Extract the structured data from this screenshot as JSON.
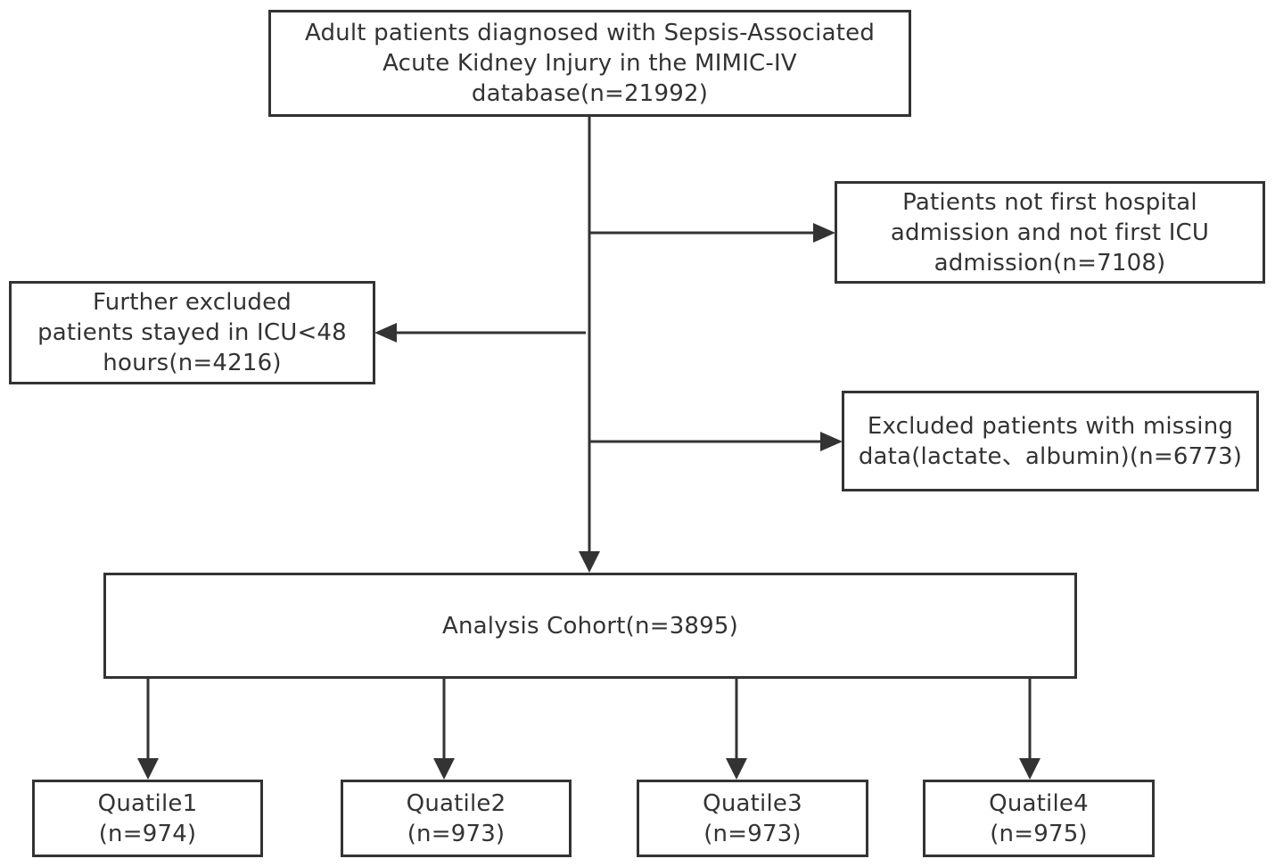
{
  "boxes": {
    "top": {
      "lines": [
        "Adult patients diagnosed with Sepsis-Associated",
        "Acute Kidney Injury in the MIMIC-IV",
        "database(n=21992)"
      ]
    },
    "exclude_first_admission": {
      "lines": [
        "Patients not first hospital",
        "admission and not first ICU",
        "admission(n=7108)"
      ]
    },
    "exclude_icu_stay": {
      "lines": [
        "Further excluded",
        "patients stayed in ICU<48",
        "hours(n=4216)"
      ]
    },
    "exclude_missing": {
      "lines": [
        "Excluded patients with missing",
        "data(lactate、albumin)(n=6773)"
      ]
    },
    "cohort": {
      "lines": [
        "Analysis Cohort(n=3895)"
      ]
    },
    "quartiles": [
      {
        "lines": [
          "Quatile1",
          "(n=974)"
        ]
      },
      {
        "lines": [
          "Quatile2",
          "(n=973)"
        ]
      },
      {
        "lines": [
          "Quatile3",
          "(n=973)"
        ]
      },
      {
        "lines": [
          "Quatile4",
          "(n=975)"
        ]
      }
    ]
  },
  "colors": {
    "line": "#333333",
    "box_border": "#333333",
    "text": "#333333",
    "background": "#ffffff"
  }
}
